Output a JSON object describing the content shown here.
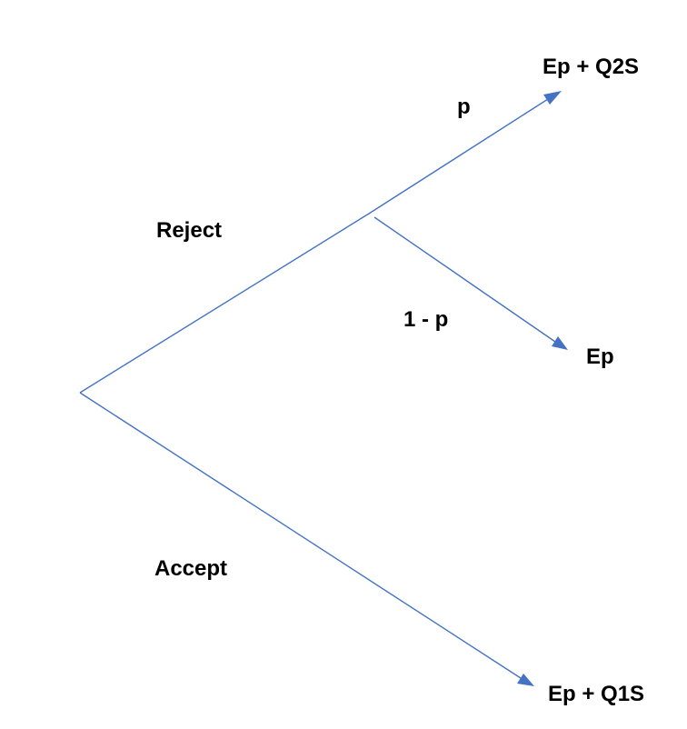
{
  "diagram": {
    "line_color": "#4472C4",
    "text_color": "#000000",
    "branch_labels": {
      "reject": "Reject",
      "accept": "Accept",
      "p": "p",
      "one_minus_p": "1 - p"
    },
    "outcomes": {
      "reject_p": "Ep + Q2S",
      "reject_one_minus_p": "Ep",
      "accept": "Ep + Q1S"
    }
  }
}
